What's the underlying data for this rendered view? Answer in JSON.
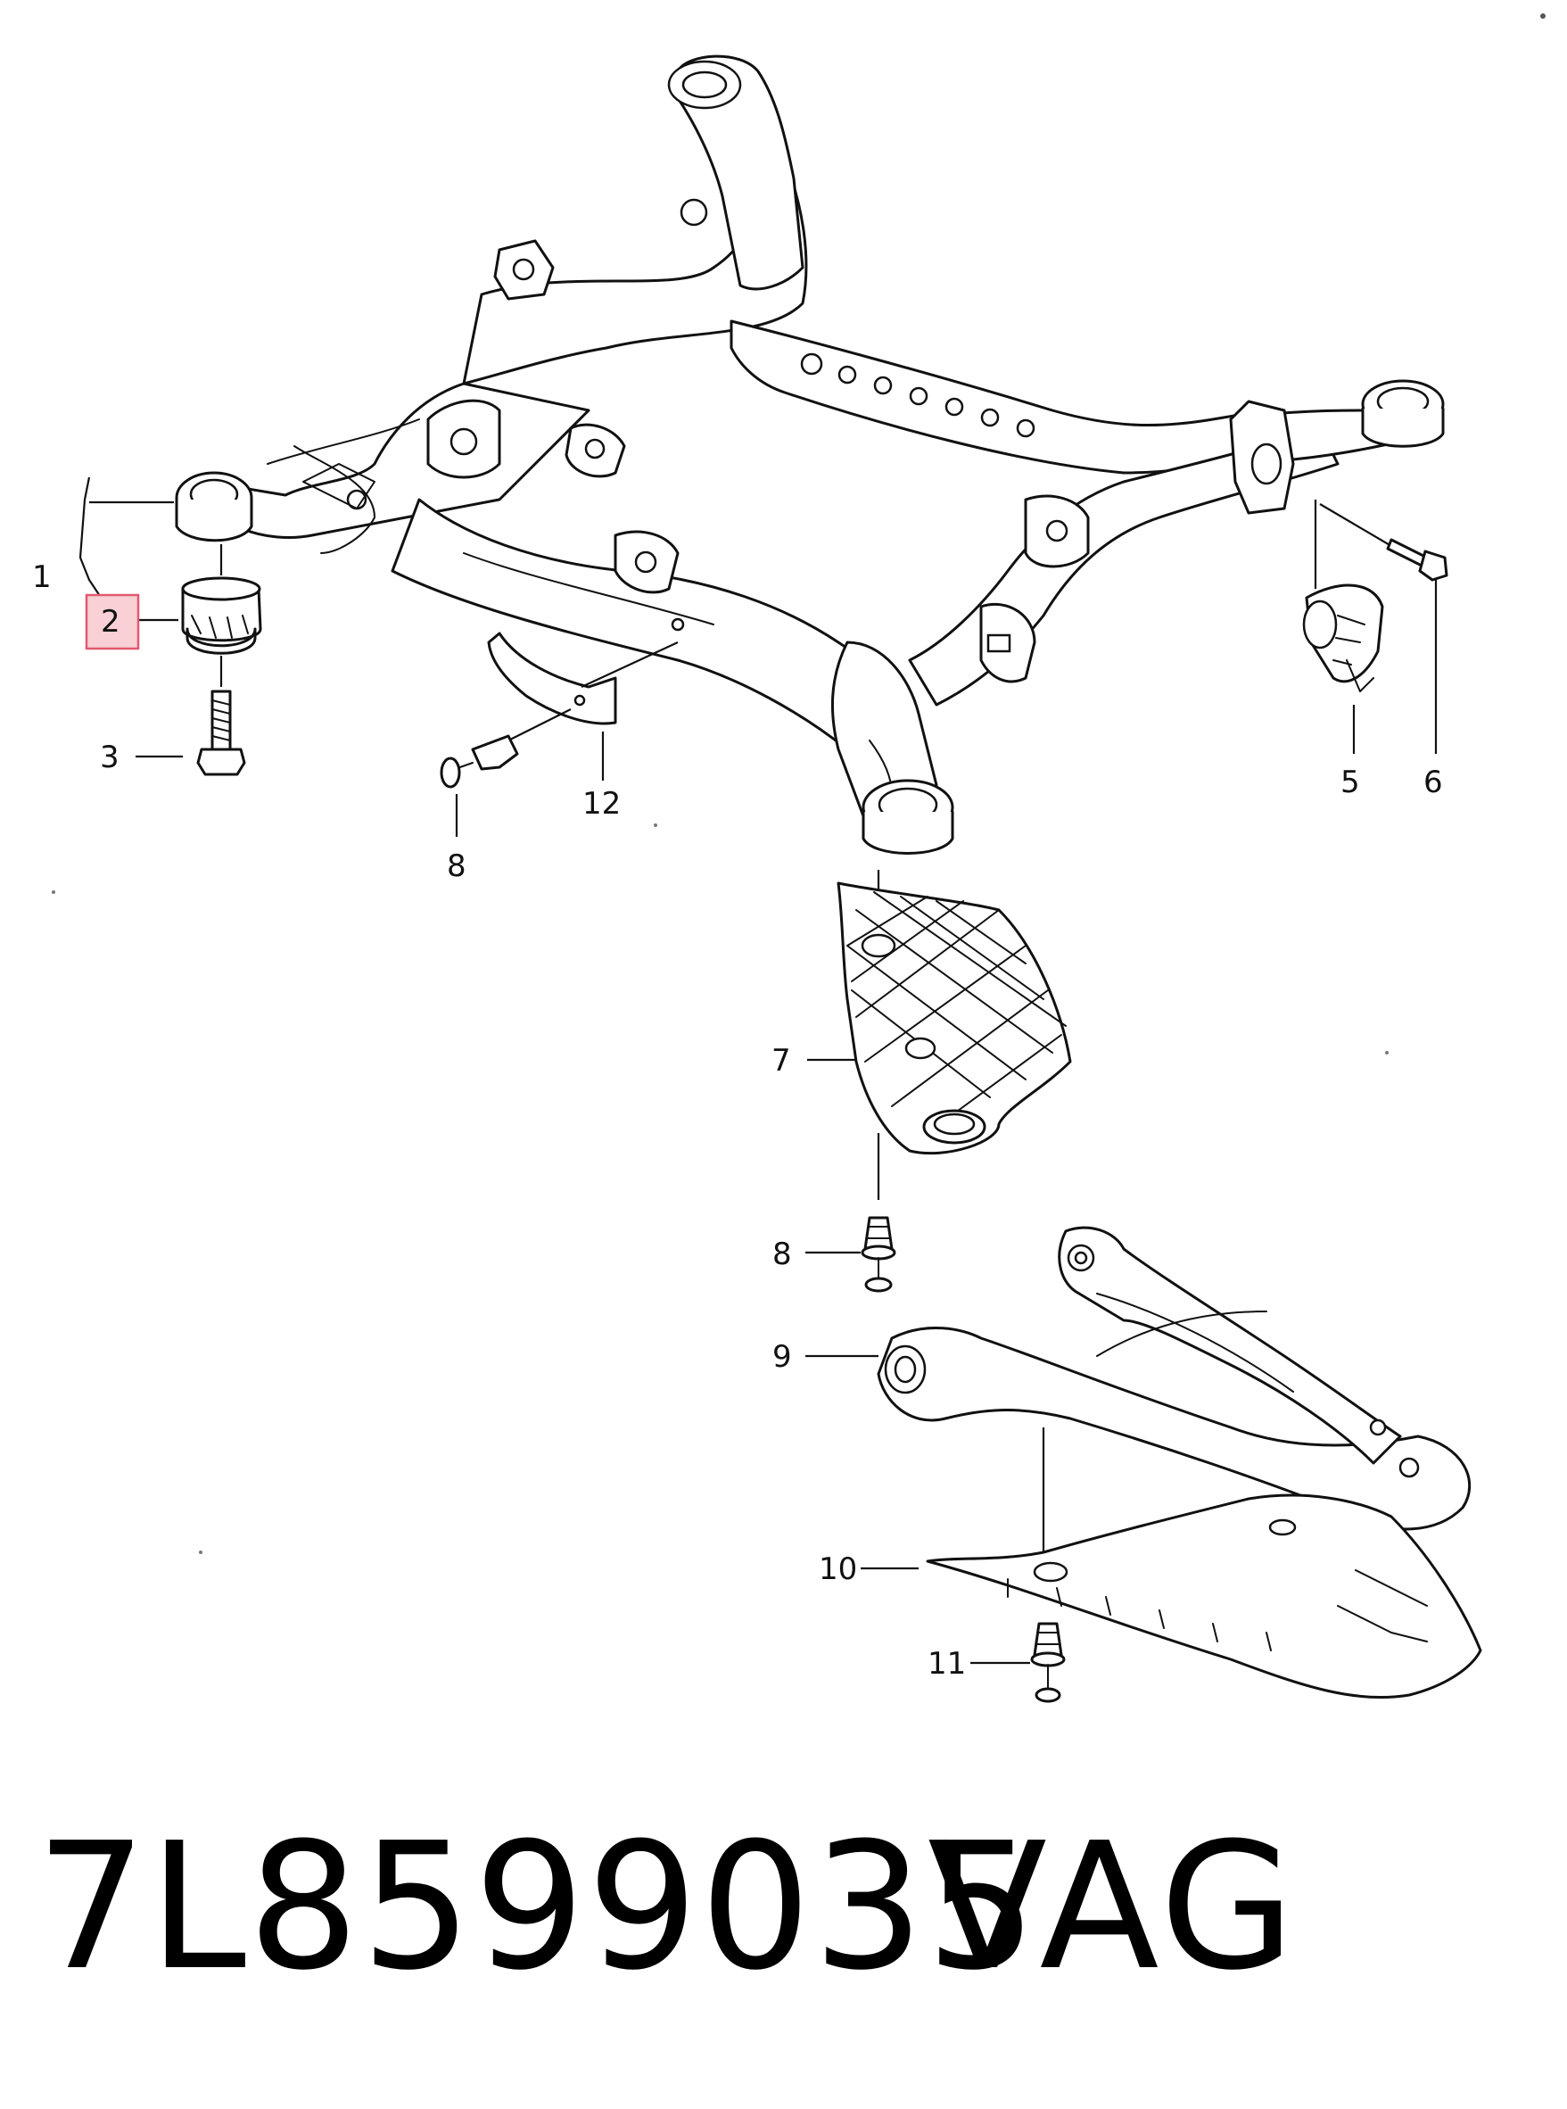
{
  "diagram": {
    "callouts": [
      {
        "id": "1",
        "label": "1"
      },
      {
        "id": "2",
        "label": "2",
        "highlighted": true
      },
      {
        "id": "3",
        "label": "3"
      },
      {
        "id": "5",
        "label": "5"
      },
      {
        "id": "6",
        "label": "6"
      },
      {
        "id": "7",
        "label": "7"
      },
      {
        "id": "8a",
        "label": "8"
      },
      {
        "id": "8b",
        "label": "8"
      },
      {
        "id": "9",
        "label": "9"
      },
      {
        "id": "10",
        "label": "10"
      },
      {
        "id": "11",
        "label": "11"
      },
      {
        "id": "12",
        "label": "12"
      }
    ],
    "highlight_color": "#f8d0d6"
  },
  "caption": {
    "part_number": "7L8599035",
    "brand": "VAG"
  }
}
